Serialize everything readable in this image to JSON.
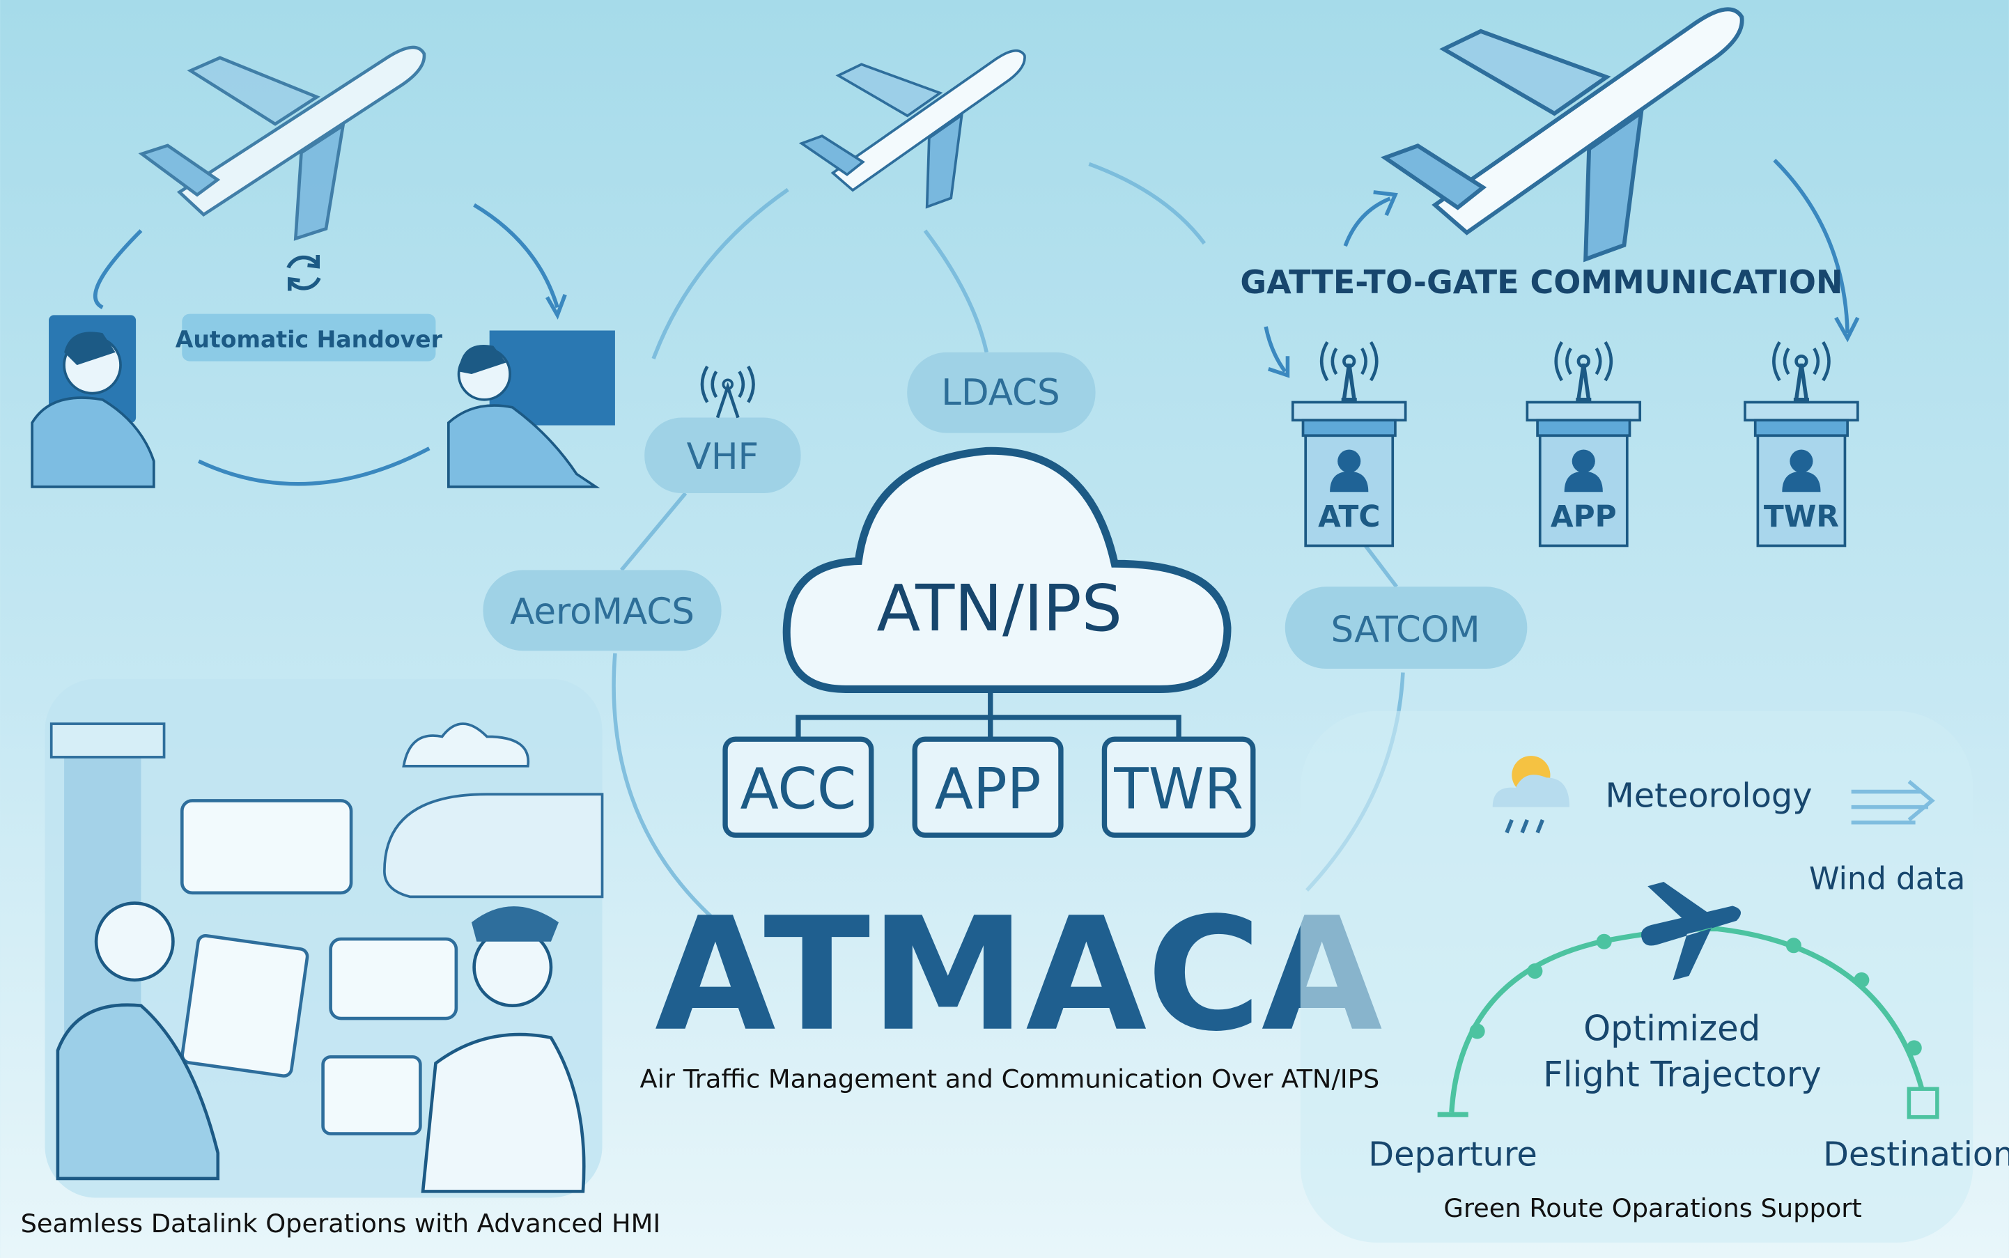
{
  "handover": {
    "label": "Automatic Handover"
  },
  "links": {
    "ldacs": "LDACS",
    "vhf": "VHF",
    "aeromacs": "AeroMACS",
    "satcom": "SATCOM"
  },
  "network": {
    "cloud": "ATN/IPS",
    "nodes": [
      "ACC",
      "APP",
      "TWR"
    ]
  },
  "title": {
    "main": "ATMACA",
    "subtitle": "Air Traffic Management and Communication Over ATN/IPS"
  },
  "gate": {
    "heading": "GATTE-TO-GATE COMMUNICATION",
    "towers": [
      "ATC",
      "APP",
      "TWR"
    ]
  },
  "datalink": {
    "caption": "Seamless Datalink Operations with Advanced HMI"
  },
  "green": {
    "meteorology": "Meteorology",
    "wind": "Wind data",
    "trajectory_line1": "Optimized",
    "trajectory_line2": "Flight Trajectory",
    "departure": "Departure",
    "destination": "Destination",
    "caption": "Green Route Oparations Support"
  },
  "colors": {
    "dark": "#17466d",
    "mid": "#2d7fb8",
    "light": "#9ed3e6",
    "green": "#4cc3a0"
  }
}
